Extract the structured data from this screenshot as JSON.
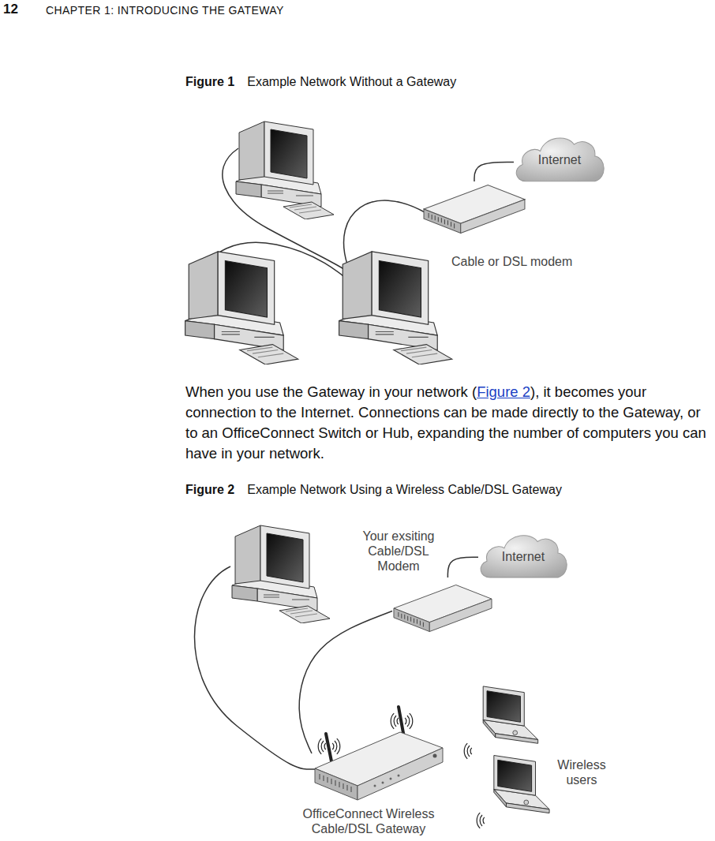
{
  "diagram": {
    "nodes": [
      {
        "text": [
          "Internet"
        ]
      },
      {
        "text": [
          "Cable or DSL modem"
        ]
      },
      {
        "text": [
          "Your exsiting Cable/DSL Modem"
        ]
      },
      {
        "text": [
          "Internet"
        ]
      },
      {
        "text": [
          "Wireless users"
        ]
      },
      {
        "text": [
          "OfficeConnect Wireless Cable/DSL Gateway"
        ]
      }
    ],
    "edges": [
      {
        "from": 1,
        "to": 0,
        "arrow": "none"
      },
      {
        "from": 2,
        "to": 3,
        "arrow": "none"
      },
      {
        "from": 5,
        "to": 2,
        "arrow": "none"
      }
    ],
    "labels": [
      "12",
      "CHAPTER 1: INTRODUCING THE GATEWAY",
      "Figure 1",
      "Example Network Without a Gateway",
      "When you use the Gateway in your network (",
      "Figure 2",
      "), it becomes your connection to the Internet. Connections can be made directly to the Gateway, or to an OfficeConnect Switch or Hub, expanding the number of computers you can have in your network.",
      "Figure 2",
      "Example Network Using a Wireless Cable/DSL Gateway"
    ]
  }
}
